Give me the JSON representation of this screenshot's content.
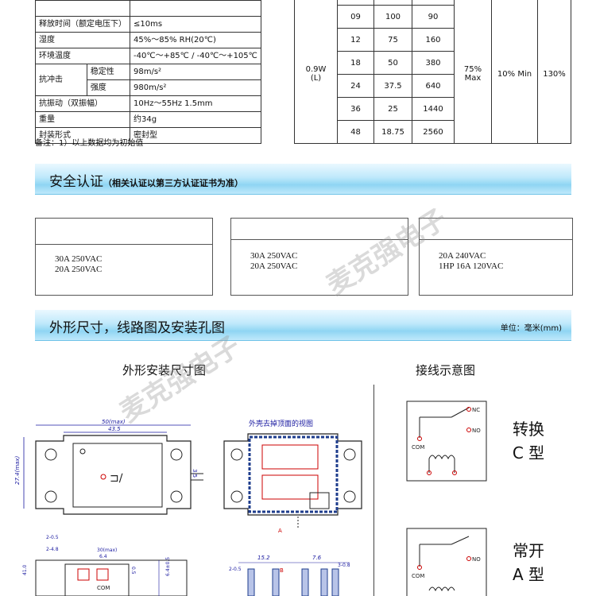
{
  "spec_table": {
    "rows": [
      {
        "label": "",
        "value": ""
      },
      {
        "label": "释放时间（额定电压下）",
        "value": "≤10ms"
      },
      {
        "label": "湿度",
        "value": "45%～85% RH(20℃)"
      },
      {
        "label": "环境温度",
        "value": "-40℃～+85℃ / -40℃～+105℃"
      },
      {
        "label": "稳定性",
        "value": "98m/s²"
      },
      {
        "label": "强度",
        "value": "980m/s²"
      },
      {
        "label": "抗振动（双振幅）",
        "value": "10Hz～55Hz 1.5mm"
      },
      {
        "label": "重量",
        "value": "约34g"
      },
      {
        "label": "封装形式",
        "value": "密封型"
      }
    ],
    "shock_label": "抗冲击",
    "note": "备注：1）以上数据均为初始值"
  },
  "coil_table": {
    "power": "0.9W\n(L)",
    "rows": [
      {
        "voltage": "09",
        "resistance": "100",
        "current": "90"
      },
      {
        "voltage": "12",
        "resistance": "75",
        "current": "160"
      },
      {
        "voltage": "18",
        "resistance": "50",
        "current": "380"
      },
      {
        "voltage": "24",
        "resistance": "37.5",
        "current": "640"
      },
      {
        "voltage": "36",
        "resistance": "25",
        "current": "1440"
      },
      {
        "voltage": "48",
        "resistance": "18.75",
        "current": "2560"
      }
    ],
    "pickup": "75% Max",
    "dropout": "10% Min",
    "max_voltage": "130%"
  },
  "banners": {
    "safety": "安全认证",
    "safety_sub": "（相关认证以第三方认证证书为准）",
    "dimensions": "外形尺寸，线路图及安装孔图",
    "unit": "单位：毫米(mm)"
  },
  "certs": [
    {
      "text": "30A 250VAC\n20A 250VAC"
    },
    {
      "text": "30A 250VAC\n20A 250VAC"
    },
    {
      "text": "20A 240VAC\n1HP 16A 120VAC"
    }
  ],
  "captions": {
    "outline": "外形安装尺寸图",
    "wiring": "接线示意图",
    "top_view": "外壳去掉顶面的视图"
  },
  "drawing_labels": {
    "dim_500": "50(max)",
    "dim_435": "43.5",
    "dim_274": "27.4(max)",
    "dim_35": "3.5",
    "dim_2_05": "2-0.5",
    "dim_2_48": "2-4.8",
    "dim_30max": "30(max)",
    "dim_64": "6.4",
    "dim_05": "0.5",
    "dim_410": "41.0",
    "dim_152": "15.2",
    "dim_76": "7.6",
    "dim_3_08": "3-0.8",
    "com": "COM",
    "marker_a": "A",
    "marker_b": "B"
  },
  "wiring": {
    "nc": "NC",
    "no": "NO",
    "com": "COM",
    "type_c_line1": "转换",
    "type_c_line2": "C 型",
    "type_a_line1": "常开",
    "type_a_line2": "A 型"
  },
  "watermark": "麦克强电子",
  "colors": {
    "banner": "#8fd5f3",
    "dim_line": "#1a1aa0",
    "relay_body": "#1e3c8c"
  }
}
